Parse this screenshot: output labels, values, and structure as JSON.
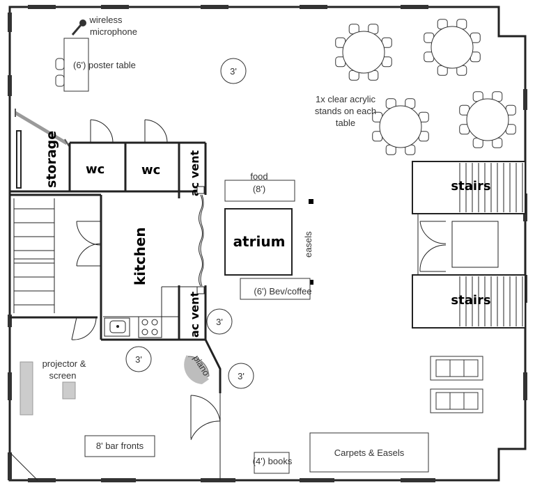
{
  "labels": {
    "wireless_microphone": [
      "wireless",
      "microphone"
    ],
    "poster_table": "(6') poster table",
    "circle_top": "3'",
    "acrylic_note": [
      "1x clear acrylic",
      "stands on each",
      "table"
    ],
    "storage": "storage",
    "wc1": "wc",
    "wc2": "wc",
    "ac_vent_top": "ac vent",
    "food": "food",
    "food_size": "(8')",
    "atrium": "atrium",
    "easels": "easels",
    "kitchen": "kitchen",
    "stairs_top": "stairs",
    "stairs_bottom": "stairs",
    "bev_coffee": "(6') Bev/coffee",
    "ac_vent_bottom": "ac vent",
    "circle_mid": "3'",
    "circle_left": "3'",
    "circle_right": "3'",
    "piano": "piano",
    "projector_screen": [
      "projector &",
      "screen"
    ],
    "bar_fronts": "8' bar fronts",
    "books": "(4') books",
    "carpets_easels": "Carpets & Easels"
  },
  "colors": {
    "wall": "#222222",
    "fixture_gray": "#cccccc",
    "piano_gray": "#bdbdbd",
    "storage_bar": "#9a9a9a"
  }
}
